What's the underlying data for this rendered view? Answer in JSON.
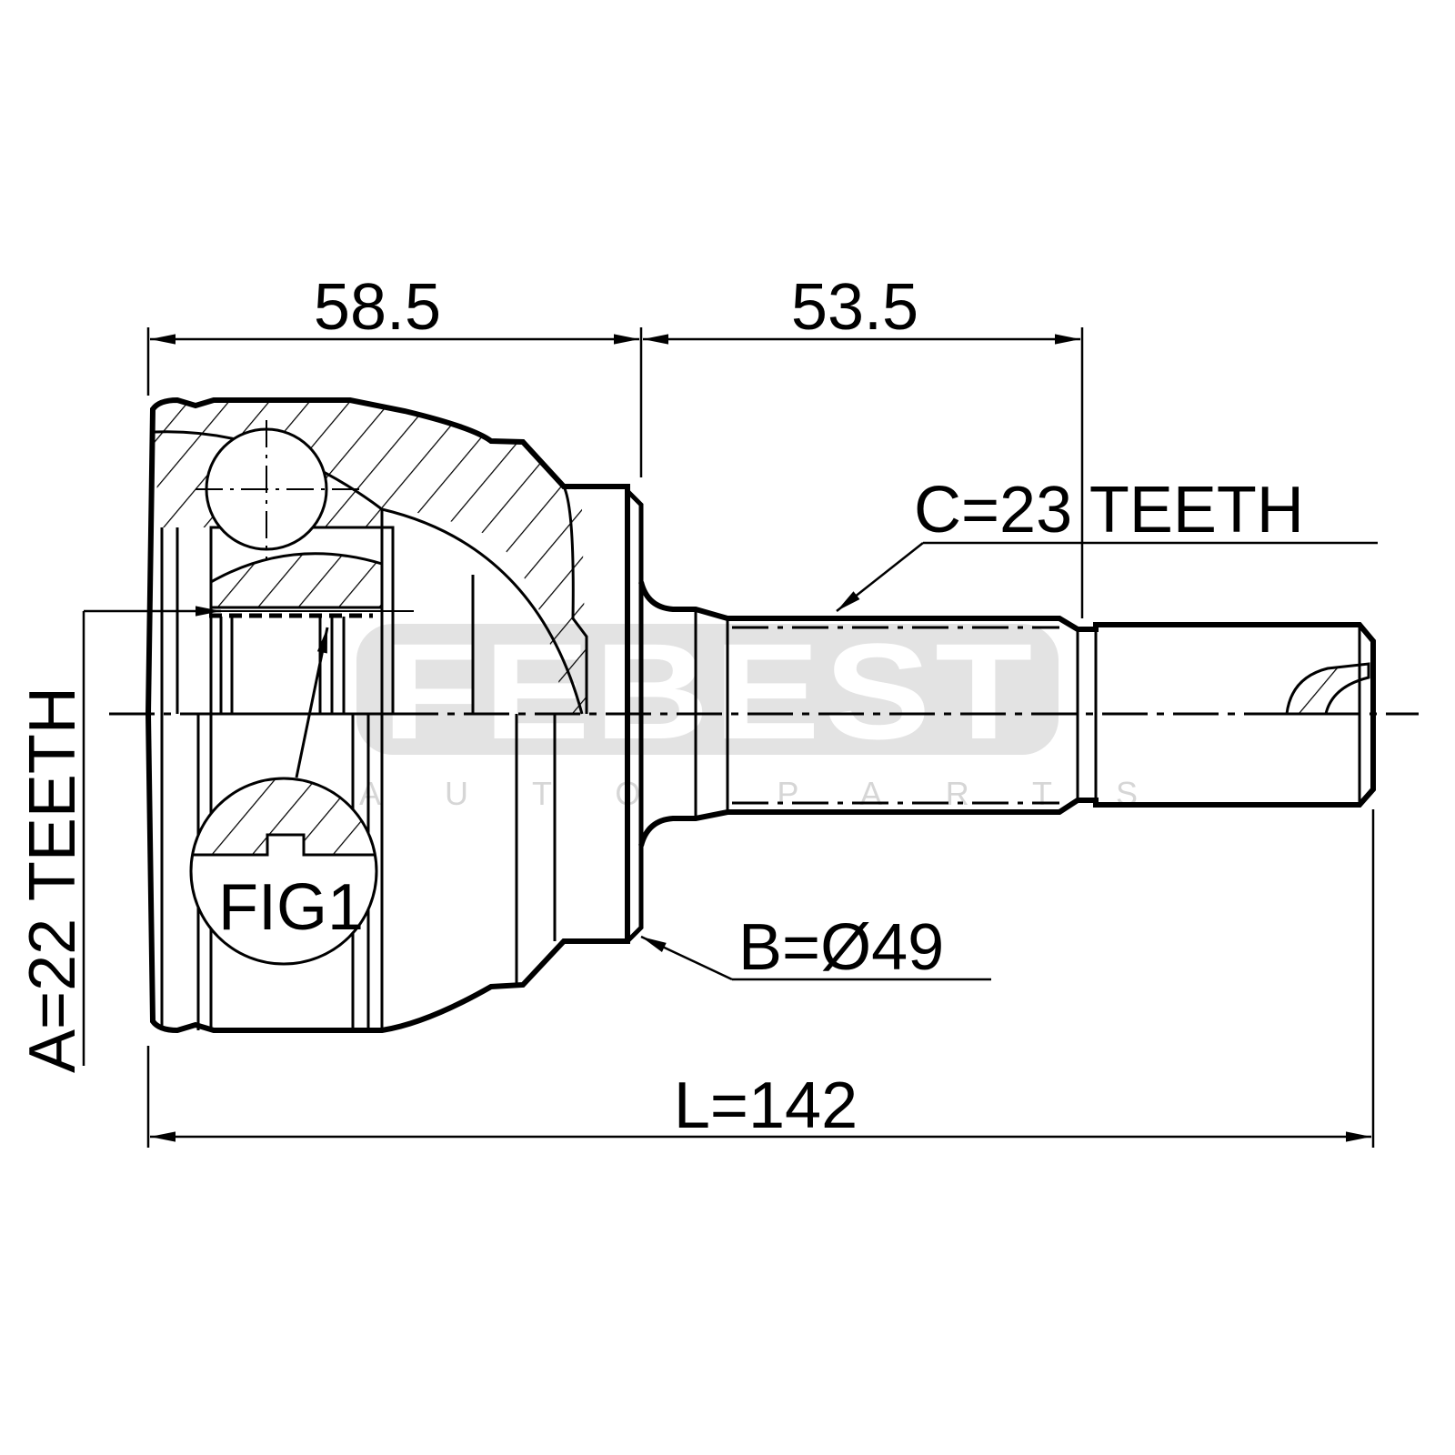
{
  "watermark": {
    "brand": "FEBEST",
    "tagline": "AUTO PARTS"
  },
  "dimensions": {
    "top_left": "58.5",
    "top_right": "53.5",
    "length": "L=142",
    "spline_a": "A=22 TEETH",
    "spline_c": "C=23 TEETH",
    "diameter_b": "B=Ø49",
    "figure_label": "FIG1"
  },
  "colors": {
    "line": "#000000",
    "watermark_bg": "#e3e3e3",
    "watermark_text": "#d6d6d6"
  }
}
